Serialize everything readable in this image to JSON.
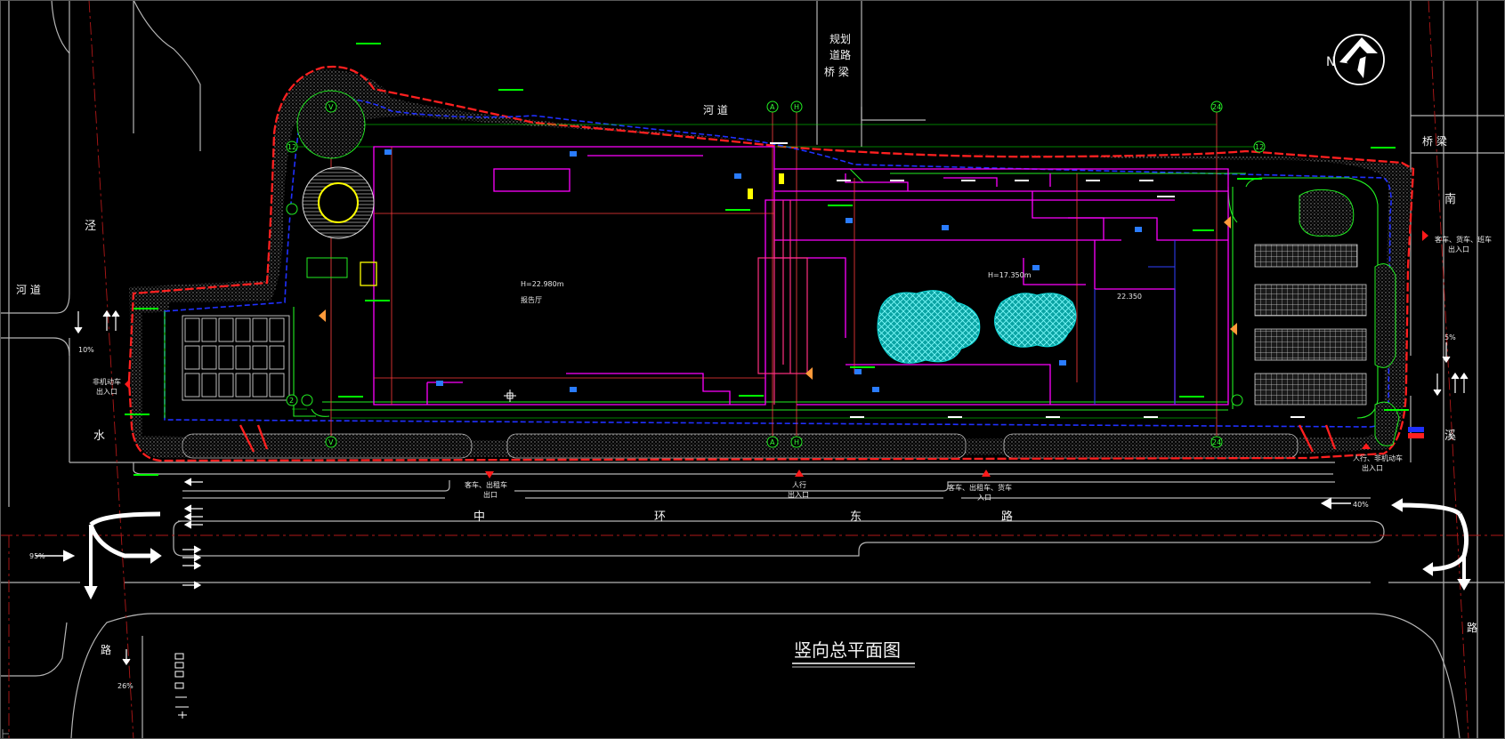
{
  "title": "竖向总平面图",
  "north": "N",
  "roads": {
    "zhonghuan": [
      "中",
      "环",
      "东",
      "路"
    ],
    "jingshui_left": [
      "泾",
      "水"
    ],
    "road_left_bottom": "路",
    "xi_right": [
      "南",
      "溪"
    ],
    "road_right_bottom": "路",
    "river_left": "河  道",
    "river_top": "河  道",
    "planned_road": [
      "规划",
      "道路",
      "桥 梁"
    ],
    "bridge_right": "桥 梁"
  },
  "entrances": {
    "nonmotor_left": [
      "非机动车",
      "出入口"
    ],
    "passenger_exit": [
      "客车、出租车",
      "出口"
    ],
    "pedestrian": [
      "人行",
      "出入口"
    ],
    "passenger_entry": [
      "客车、出租车、货车",
      "入口"
    ],
    "truck_right": [
      "客车、货车、班车",
      "出入口"
    ],
    "pedestrian_right": [
      "人行、非机动车",
      "出入口"
    ]
  },
  "slopes": {
    "left_top": "10%",
    "left_mid": "95%",
    "left_bottom": "26%",
    "right_top": "5%",
    "right_mid": "40%"
  },
  "axes": {
    "v1": "V",
    "a": "A",
    "h": "H",
    "n12": "12",
    "n24": "24",
    "n2": "2"
  },
  "colors": {
    "background": "#000000",
    "boundary": "#ff2020",
    "building": "#ff00ff",
    "green": "#00ff00",
    "blue_line": "#2030ff",
    "water": "#10d8d8",
    "grey": "#b8b8b8",
    "yellow": "#ffff00"
  },
  "notes": {
    "center_elev": "H=22.980m",
    "right_elev": "H=17.350m",
    "elev_value": "22.350",
    "left_label": "报告厅"
  }
}
